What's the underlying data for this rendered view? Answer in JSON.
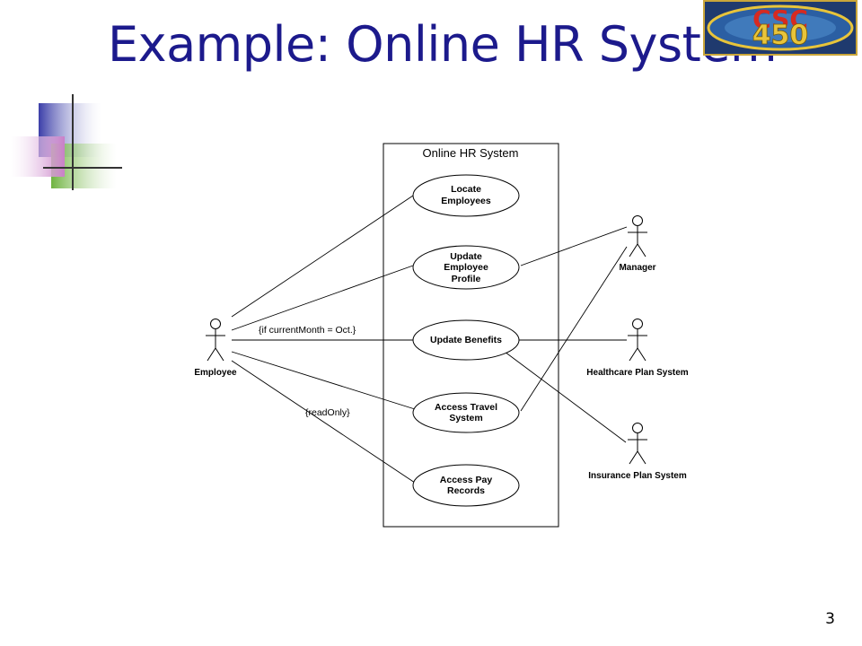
{
  "slide": {
    "title": "Example: Online HR System",
    "page_number": "3"
  },
  "logo": {
    "text_top": "CSC",
    "text_bottom": "450"
  },
  "colors": {
    "title": "#1c1a8c",
    "deco_blue": "#3b3ea8",
    "deco_green": "#6eb33f",
    "deco_pink": "#c97fc8",
    "logo_bg": "#1f3a6e",
    "logo_gold": "#e8c43a",
    "logo_red": "#d62a20"
  },
  "diagram": {
    "system_label": "Online HR System",
    "use_cases": [
      {
        "id": "locate",
        "lines": [
          "Locate",
          "Employees"
        ]
      },
      {
        "id": "update-profile",
        "lines": [
          "Update",
          "Employee",
          "Profile"
        ]
      },
      {
        "id": "update-benefits",
        "lines": [
          "Update Benefits"
        ]
      },
      {
        "id": "access-travel",
        "lines": [
          "Access Travel",
          "System"
        ]
      },
      {
        "id": "access-pay",
        "lines": [
          "Access Pay",
          "Records"
        ]
      }
    ],
    "actors": {
      "employee": "Employee",
      "manager": "Manager",
      "healthcare": "Healthcare Plan System",
      "insurance": "Insurance Plan System"
    },
    "constraints": {
      "benefits": "{if currentMonth = Oct.}",
      "pay": "{readOnly}"
    }
  }
}
